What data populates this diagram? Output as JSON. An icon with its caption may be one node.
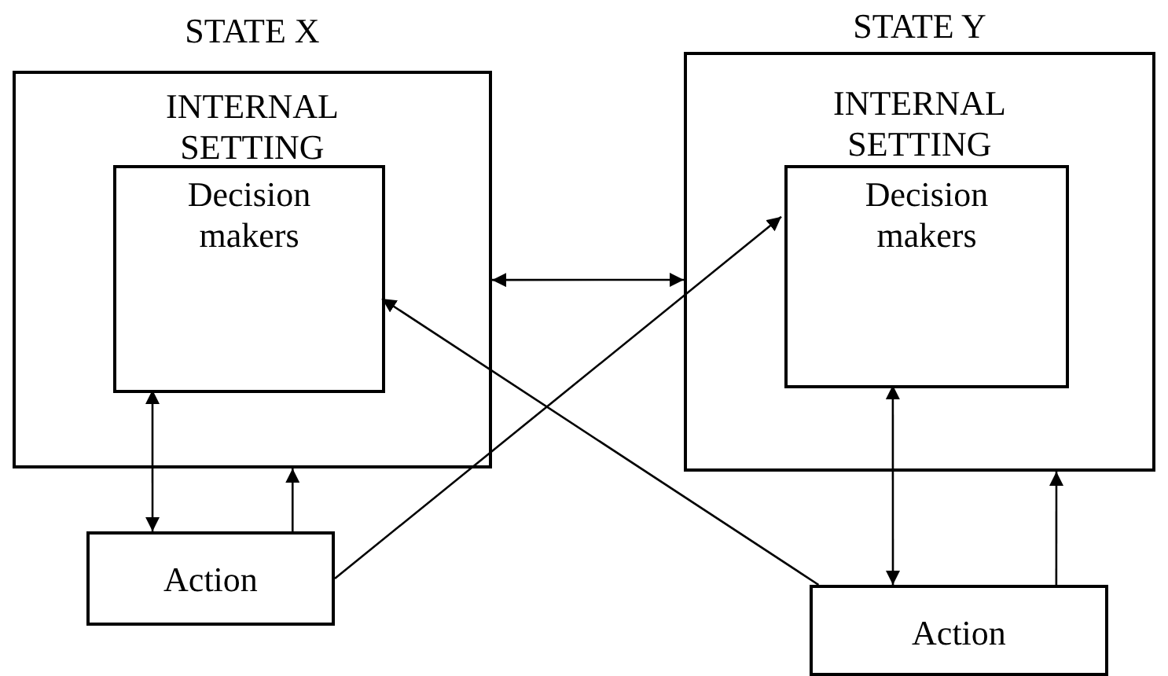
{
  "diagram": {
    "nodes": [
      {
        "text": [
          "STATE X",
          "INTERNAL SETTING"
        ]
      },
      {
        "text": [
          "Decision makers"
        ],
        "in": 0
      },
      {
        "text": [
          "Action"
        ]
      },
      {
        "text": [
          "STATE Y",
          "INTERNAL SETTING"
        ]
      },
      {
        "text": [
          "Decision makers"
        ],
        "in": 3
      },
      {
        "text": [
          "Action"
        ]
      }
    ],
    "edges": [
      {
        "from": 0,
        "to": 3,
        "arrow": "both"
      },
      {
        "from": 1,
        "to": 2,
        "arrow": "both"
      },
      {
        "from": 2,
        "to": 0,
        "arrow": "to"
      },
      {
        "from": 2,
        "to": 4,
        "arrow": "to"
      },
      {
        "from": 5,
        "to": 1,
        "arrow": "to"
      },
      {
        "from": 4,
        "to": 5,
        "arrow": "both"
      },
      {
        "from": 5,
        "to": 3,
        "arrow": "to"
      }
    ]
  }
}
